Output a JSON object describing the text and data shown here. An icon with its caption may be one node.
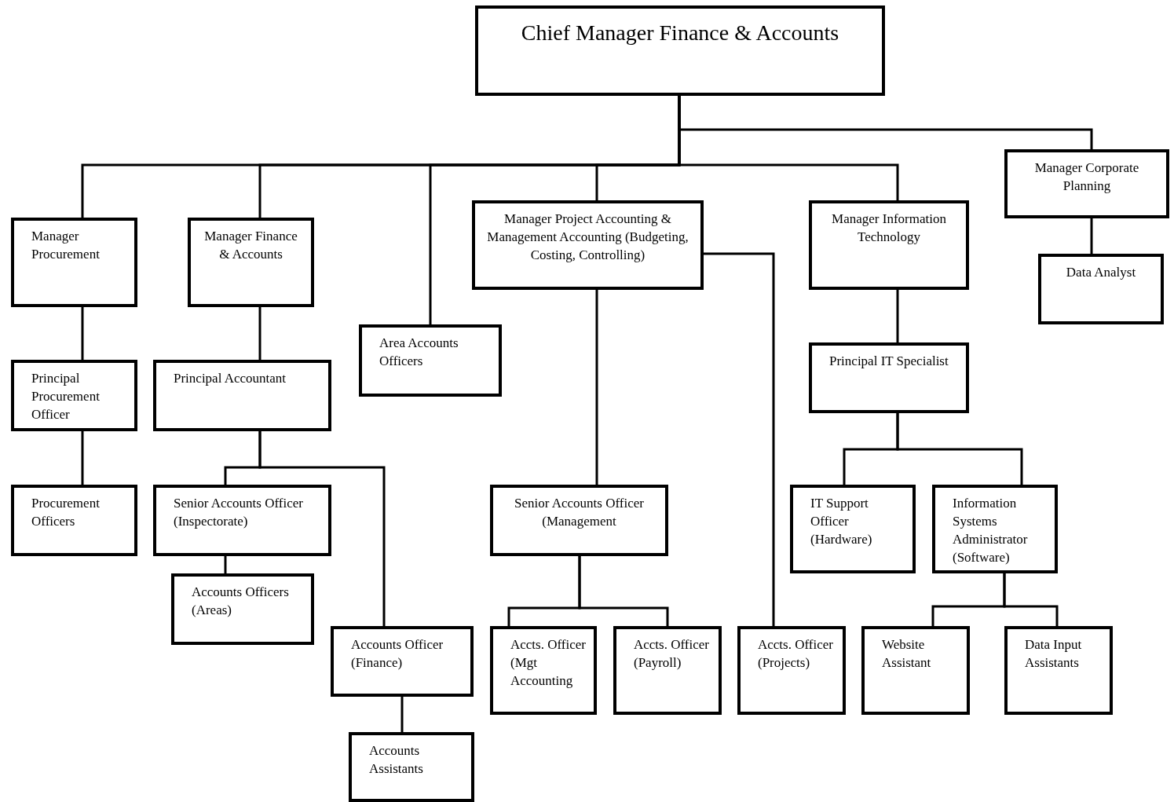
{
  "diagram": {
    "nodes": [
      {
        "text": [
          "Chief Manager Finance & Accounts"
        ]
      },
      {
        "text": [
          "Manager Procurement"
        ]
      },
      {
        "text": [
          "Manager Finance & Accounts"
        ]
      },
      {
        "text": [
          "Area Accounts Officers"
        ]
      },
      {
        "text": [
          "Manager Project Accounting & Management Accounting (Budgeting, Costing, Controlling)"
        ]
      },
      {
        "text": [
          "Manager Information Technology"
        ]
      },
      {
        "text": [
          "Manager Corporate Planning"
        ]
      },
      {
        "text": [
          "Data Analyst"
        ]
      },
      {
        "text": [
          "Principal Procurement Officer"
        ]
      },
      {
        "text": [
          "Principal Accountant"
        ]
      },
      {
        "text": [
          "Principal IT Specialist"
        ]
      },
      {
        "text": [
          "Procurement Officers"
        ]
      },
      {
        "text": [
          "Senior Accounts Officer (Inspectorate)"
        ]
      },
      {
        "text": [
          "Senior Accounts Officer (Management"
        ]
      },
      {
        "text": [
          "IT Support Officer (Hardware)"
        ]
      },
      {
        "text": [
          "Information Systems Administrator (Software)"
        ]
      },
      {
        "text": [
          "Accounts Officers (Areas)"
        ]
      },
      {
        "text": [
          "Accounts Officer (Finance)"
        ]
      },
      {
        "text": [
          "Accts. Officer (Mgt Accounting"
        ]
      },
      {
        "text": [
          "Accts. Officer (Payroll)"
        ]
      },
      {
        "text": [
          "Accts. Officer (Projects)"
        ]
      },
      {
        "text": [
          "Website Assistant"
        ]
      },
      {
        "text": [
          "Data Input Assistants"
        ]
      },
      {
        "text": [
          "Accounts Assistants"
        ]
      }
    ],
    "edges": [
      {
        "from": 0,
        "to": 1,
        "arrow": "none"
      },
      {
        "from": 0,
        "to": 2,
        "arrow": "none"
      },
      {
        "from": 0,
        "to": 3,
        "arrow": "none"
      },
      {
        "from": 0,
        "to": 4,
        "arrow": "none"
      },
      {
        "from": 0,
        "to": 5,
        "arrow": "none"
      },
      {
        "from": 0,
        "to": 6,
        "arrow": "none"
      },
      {
        "from": 1,
        "to": 8,
        "arrow": "none"
      },
      {
        "from": 8,
        "to": 11,
        "arrow": "none"
      },
      {
        "from": 2,
        "to": 9,
        "arrow": "none"
      },
      {
        "from": 9,
        "to": 12,
        "arrow": "none"
      },
      {
        "from": 9,
        "to": 17,
        "arrow": "none"
      },
      {
        "from": 12,
        "to": 16,
        "arrow": "none"
      },
      {
        "from": 17,
        "to": 23,
        "arrow": "none"
      },
      {
        "from": 4,
        "to": 13,
        "arrow": "none"
      },
      {
        "from": 4,
        "to": 20,
        "arrow": "none"
      },
      {
        "from": 13,
        "to": 18,
        "arrow": "none"
      },
      {
        "from": 13,
        "to": 19,
        "arrow": "none"
      },
      {
        "from": 5,
        "to": 10,
        "arrow": "none"
      },
      {
        "from": 10,
        "to": 14,
        "arrow": "none"
      },
      {
        "from": 10,
        "to": 15,
        "arrow": "none"
      },
      {
        "from": 15,
        "to": 21,
        "arrow": "none"
      },
      {
        "from": 15,
        "to": 22,
        "arrow": "none"
      },
      {
        "from": 6,
        "to": 7,
        "arrow": "none"
      }
    ]
  }
}
